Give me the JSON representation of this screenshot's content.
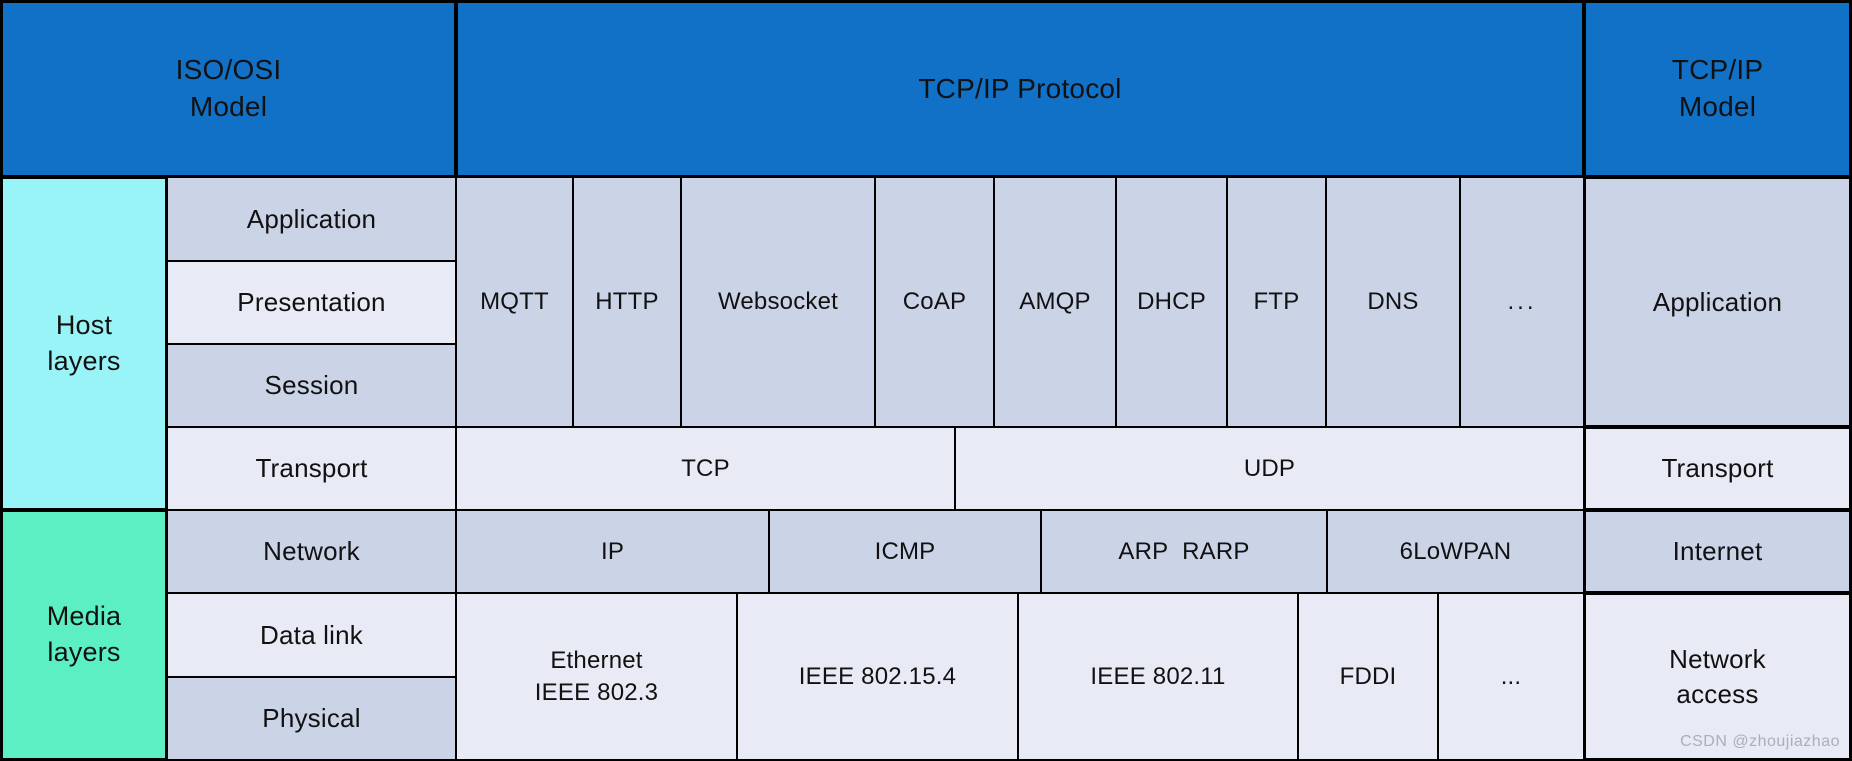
{
  "title_row": {
    "iso_osi": "ISO/OSI\nModel",
    "tcpip_protocol": "TCP/IP Protocol",
    "tcpip_model": "TCP/IP\nModel"
  },
  "layer_groups": {
    "host": "Host\nlayers",
    "media": "Media\nlayers"
  },
  "osi_layers": {
    "application": "Application",
    "presentation": "Presentation",
    "session": "Session",
    "transport": "Transport",
    "network": "Network",
    "data_link": "Data link",
    "physical": "Physical"
  },
  "application_protocols": [
    "MQTT",
    "HTTP",
    "Websocket",
    "CoAP",
    "AMQP",
    "DHCP",
    "FTP",
    "DNS",
    "..."
  ],
  "transport_protocols": [
    "TCP",
    "UDP"
  ],
  "network_protocols": [
    "IP",
    "ICMP",
    "ARP  RARP",
    "6LoWPAN"
  ],
  "link_protocols": [
    "Ethernet\nIEEE 802.3",
    "IEEE 802.15.4",
    "IEEE 802.11",
    "FDDI",
    "..."
  ],
  "tcpip_layers": {
    "application": "Application",
    "transport": "Transport",
    "internet": "Internet",
    "network_access": "Network\naccess"
  },
  "watermark": "CSDN @zhoujiazhao",
  "colors": {
    "header_blue": "#1171C7",
    "cell_dark": "#CBD3E7",
    "cell_light": "#E8EBF5",
    "host_cyan": "#99F4F8",
    "media_green": "#5CEFC3",
    "border": "#000000",
    "watermark_gray": "#A9AFBD"
  }
}
